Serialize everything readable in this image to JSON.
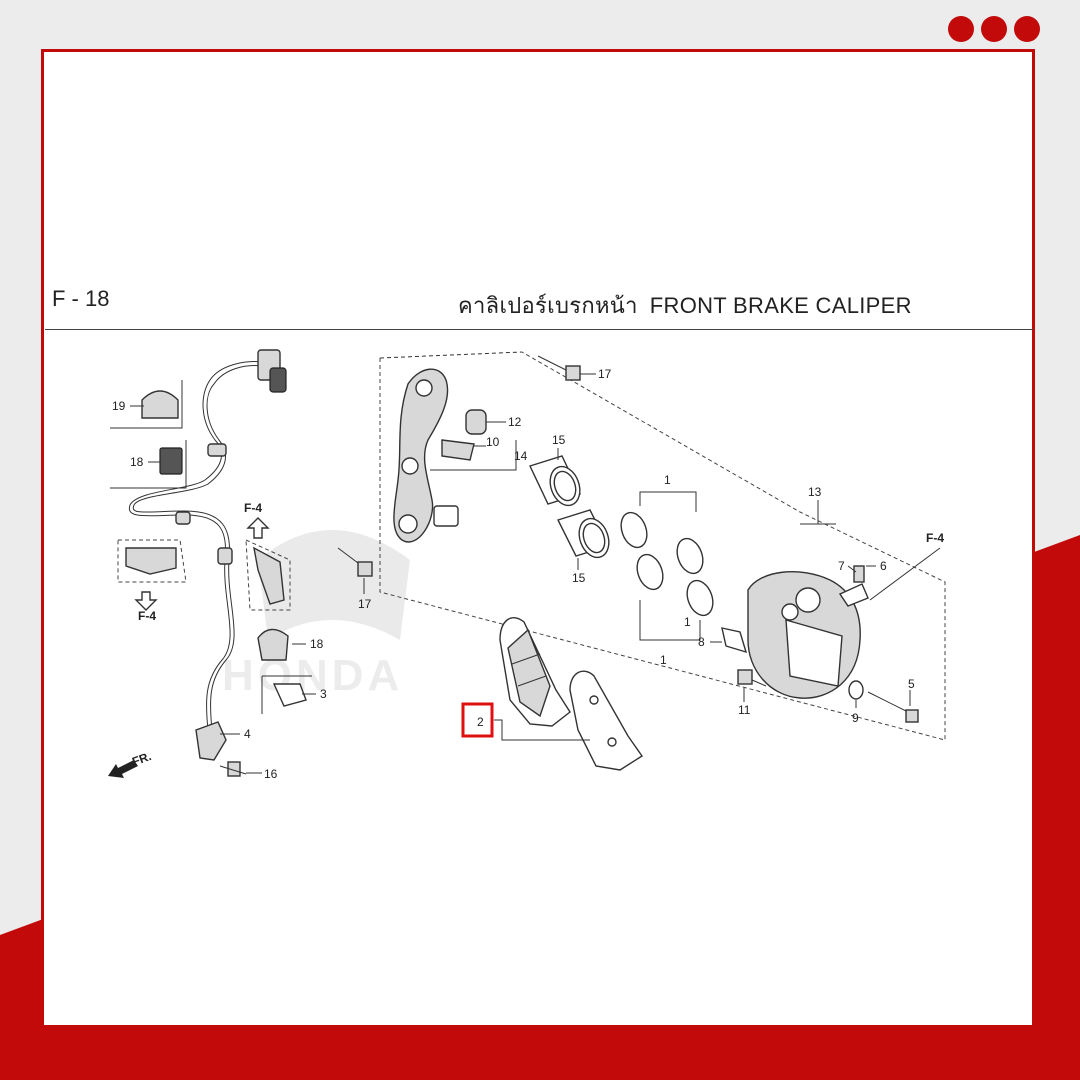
{
  "header": {
    "page_code": "F - 18",
    "title_th": "คาลิเปอร์เบรกหน้า",
    "title_en": "FRONT BRAKE CALIPER"
  },
  "diagram": {
    "callouts": [
      "1",
      "1",
      "1",
      "2",
      "3",
      "4",
      "5",
      "6",
      "7",
      "8",
      "9",
      "10",
      "11",
      "12",
      "13",
      "14",
      "15",
      "15",
      "16",
      "17",
      "17",
      "18",
      "18",
      "19"
    ],
    "refs": [
      "F-4",
      "F-4",
      "F-4"
    ],
    "direction_label": "FR.",
    "watermark_brand": "HONDA",
    "highlighted_part": "2"
  },
  "colors": {
    "accent": "#c20a0a",
    "background": "#ececec",
    "sheet": "#ffffff",
    "line": "#333333"
  }
}
